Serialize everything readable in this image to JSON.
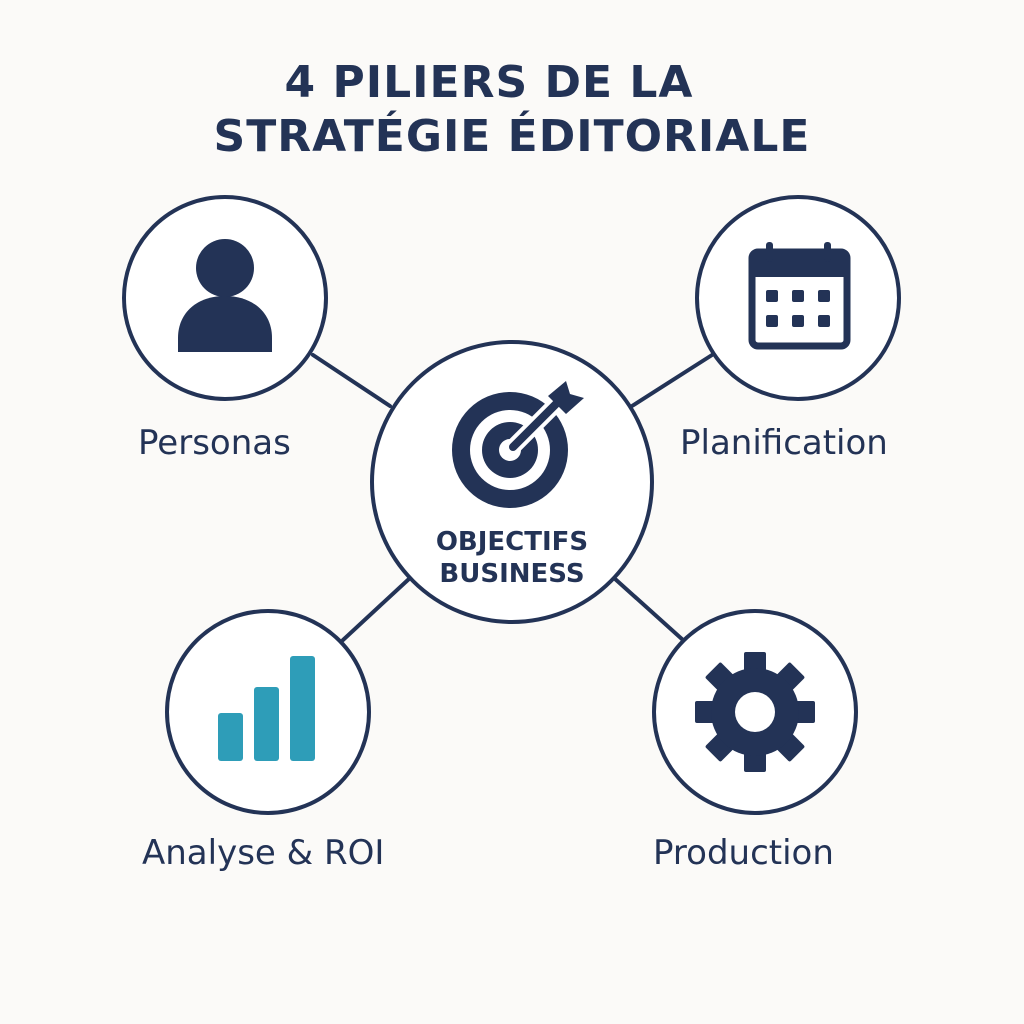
{
  "title": {
    "line1": "4 PILIERS DE LA",
    "line2": "STRATÉGIE ÉDITORIALE"
  },
  "center": {
    "line1": "OBJECTIFS",
    "line2": "BUSINESS",
    "icon": "target-arrow-icon"
  },
  "pillars": [
    {
      "label": "Personas",
      "icon": "person-icon"
    },
    {
      "label": "Planification",
      "icon": "calendar-icon"
    },
    {
      "label": "Analyse & ROI",
      "icon": "bar-chart-icon"
    },
    {
      "label": "Production",
      "icon": "gear-icon"
    }
  ],
  "colors": {
    "navy": "#233356",
    "teal": "#2e9db8",
    "background": "#fbfaf8"
  }
}
